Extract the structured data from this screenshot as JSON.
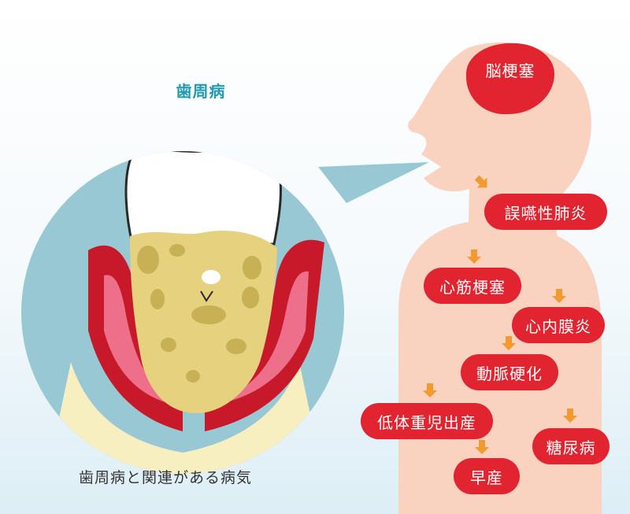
{
  "title": "歯周病",
  "caption": "歯周病と関連がある病気",
  "diseases": [
    {
      "label": "脳梗塞"
    },
    {
      "label": "誤嚥性肺炎"
    },
    {
      "label": "心筋梗塞"
    },
    {
      "label": "心内膜炎"
    },
    {
      "label": "動脈硬化"
    },
    {
      "label": "低体重児出産"
    },
    {
      "label": "糖尿病"
    },
    {
      "label": "早産"
    }
  ],
  "colors": {
    "circle": "#97c8d4",
    "gum_dark": "#c8192b",
    "gum_pink": "#ee6f8a",
    "bone": "#f7efc0",
    "tartar": "#e6d27e",
    "tartar_dark": "#c7b154",
    "tooth": "#ffffff",
    "body": "#f9d3c0",
    "pill": "#e1242f",
    "arrow": "#f29a2e",
    "title": "#1f9ab0"
  }
}
